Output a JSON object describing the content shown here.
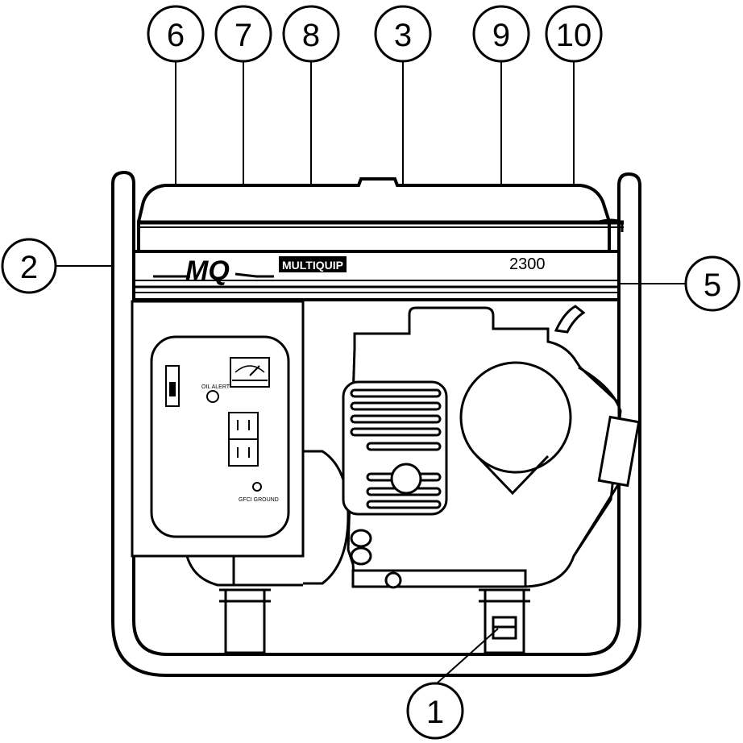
{
  "callouts": [
    {
      "id": "c6",
      "label": "6"
    },
    {
      "id": "c7",
      "label": "7"
    },
    {
      "id": "c8",
      "label": "8"
    },
    {
      "id": "c3",
      "label": "3"
    },
    {
      "id": "c9",
      "label": "9"
    },
    {
      "id": "c10",
      "label": "10"
    },
    {
      "id": "c2",
      "label": "2"
    },
    {
      "id": "c5",
      "label": "5"
    },
    {
      "id": "c1",
      "label": "1"
    }
  ],
  "nameplate": {
    "logo": "MQ",
    "brand": "MULTIQUIP",
    "model": "2300"
  },
  "control_panel": {
    "oil_alert_label": "OIL ALERT",
    "gfci_label": "GFCI GROUND"
  },
  "colors": {
    "line": "#000000",
    "background": "#ffffff"
  }
}
